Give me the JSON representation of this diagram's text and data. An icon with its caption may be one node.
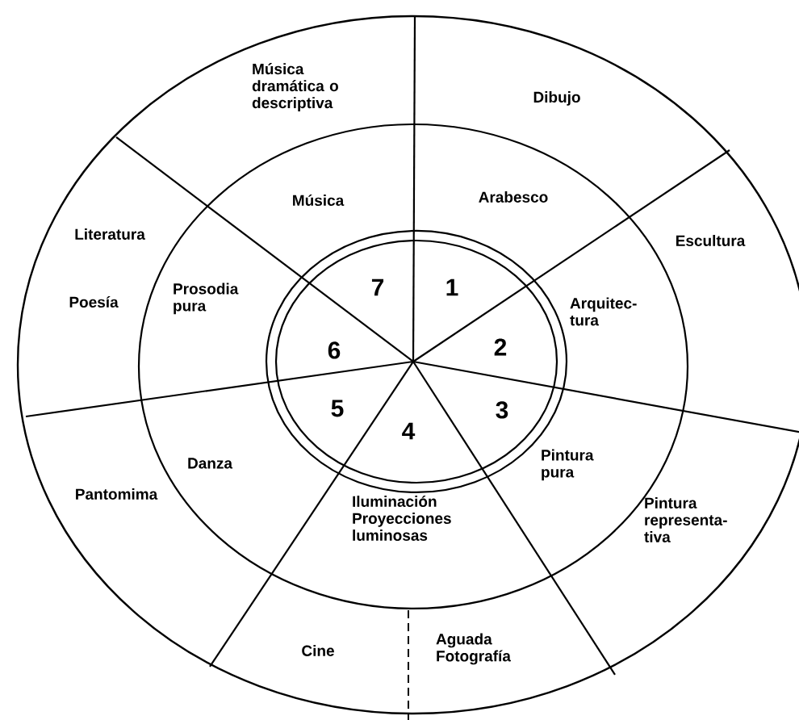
{
  "diagram": {
    "labels": [
      "Música dramática o descriptiva",
      "Dibujo",
      "Música",
      "Arabesco",
      "Literatura",
      "Escultura",
      "Poesía",
      "Prosodia pura",
      "7",
      "1",
      "Arquitec- tura",
      "6",
      "2",
      "5",
      "3",
      "4",
      "Danza",
      "Pintura pura",
      "Pantomima",
      "Iluminación Proyecciones luminosas",
      "Pintura representa- tiva",
      "Cine",
      "Aguada Fotografía"
    ]
  }
}
